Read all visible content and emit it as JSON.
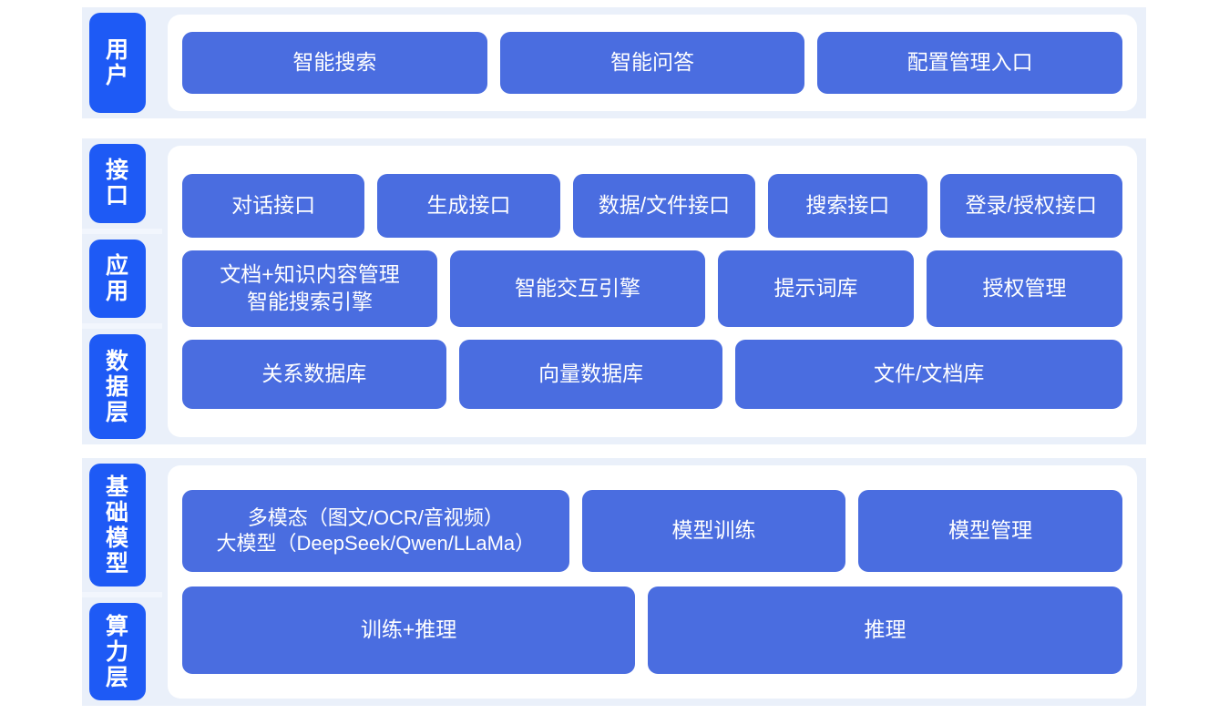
{
  "theme": {
    "page_background": "#ffffff",
    "band_background": "#eaf0fa",
    "panel_background": "#ffffff",
    "tab_color": "#1e5af5",
    "box_color": "#4a6de0",
    "text_color": "#ffffff"
  },
  "sections": [
    {
      "id": "user",
      "tabs": [
        "用户"
      ],
      "rows": [
        {
          "id": "user-entries",
          "boxes": [
            {
              "label": "智能搜索"
            },
            {
              "label": "智能问答"
            },
            {
              "label": "配置管理入口"
            }
          ]
        }
      ]
    },
    {
      "id": "middle",
      "tabs": [
        "接口",
        "应用",
        "数据层"
      ],
      "rows": [
        {
          "id": "interface",
          "boxes": [
            {
              "label": "对话接口"
            },
            {
              "label": "生成接口"
            },
            {
              "label": "数据/文件接口"
            },
            {
              "label": "搜索接口"
            },
            {
              "label": "登录/授权接口"
            }
          ]
        },
        {
          "id": "application",
          "boxes": [
            {
              "label": "文档+知识内容管理\n智能搜索引擎"
            },
            {
              "label": "智能交互引擎"
            },
            {
              "label": "提示词库"
            },
            {
              "label": "授权管理"
            }
          ]
        },
        {
          "id": "data-layer",
          "boxes": [
            {
              "label": "关系数据库"
            },
            {
              "label": "向量数据库"
            },
            {
              "label": "文件/文档库"
            }
          ]
        }
      ]
    },
    {
      "id": "base",
      "tabs": [
        "基础模型",
        "算力层"
      ],
      "rows": [
        {
          "id": "model",
          "boxes": [
            {
              "label": "多模态（图文/OCR/音视频）\n大模型（DeepSeek/Qwen/LLaMa）"
            },
            {
              "label": "模型训练"
            },
            {
              "label": "模型管理"
            }
          ]
        },
        {
          "id": "compute",
          "boxes": [
            {
              "label": "训练+推理"
            },
            {
              "label": "推理"
            }
          ]
        }
      ]
    }
  ]
}
